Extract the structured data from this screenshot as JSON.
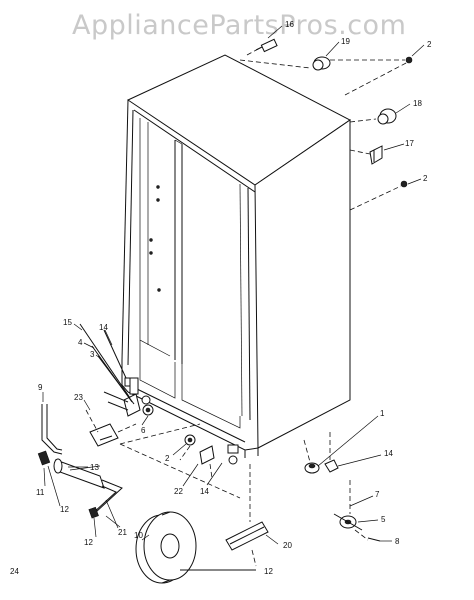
{
  "watermark": "AppliancePartsPros.com",
  "page_number": "24",
  "callouts": {
    "c16": "16",
    "c19": "19",
    "c2a": "2",
    "c18": "18",
    "c17": "17",
    "c2b": "2",
    "c15": "15",
    "c4": "4",
    "c3": "3",
    "c14a": "14",
    "c9": "9",
    "c23": "23",
    "c6": "6",
    "c13": "13",
    "c2c": "2",
    "c22": "22",
    "c14b": "14",
    "c1": "1",
    "c14c": "14",
    "c11": "11",
    "c12a": "12",
    "c7": "7",
    "c5": "5",
    "c8": "8",
    "c21": "21",
    "c12b": "12",
    "c10": "10",
    "c20": "20",
    "c12c": "12"
  }
}
